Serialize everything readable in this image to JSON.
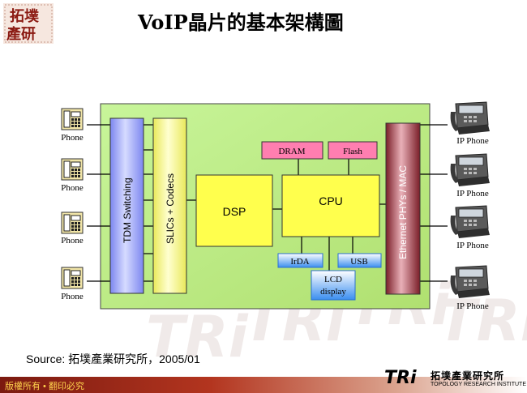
{
  "title": "VoIP晶片的基本架構圖",
  "logo": {
    "line1": "拓墣",
    "line2": "產研"
  },
  "diagram": {
    "blocks": {
      "tdm": "TDM Switching",
      "slics": "SLICs + Codecs",
      "dsp": "DSP",
      "cpu": "CPU",
      "dram": "DRAM",
      "flash": "Flash",
      "ethernet": "Ethernet PHYs / MAC",
      "irda": "IrDA",
      "usb": "USB",
      "lcd_line1": "LCD",
      "lcd_line2": "display"
    },
    "phones": [
      "Phone",
      "Phone",
      "Phone",
      "Phone"
    ],
    "ip_phones": [
      "IP Phone",
      "IP Phone",
      "IP Phone",
      "IP Phone"
    ]
  },
  "source": "Source: 拓墣產業研究所，2005/01",
  "footer": {
    "copyright": "版權所有 • 翻印必究",
    "tri_mark": "TRi",
    "tri_cn": "拓墣產業研究所",
    "tri_en": "TOPOLOGY RESEARCH INSTITUTE"
  },
  "colors": {
    "board": "#c8f08a",
    "tdm": "#aab0ff",
    "slics": "#ffff80",
    "dsp": "#ffff50",
    "cpu": "#ffff50",
    "memory": "#ff80b0",
    "ethernet": "#a04048",
    "io": "#4aa0ff"
  }
}
